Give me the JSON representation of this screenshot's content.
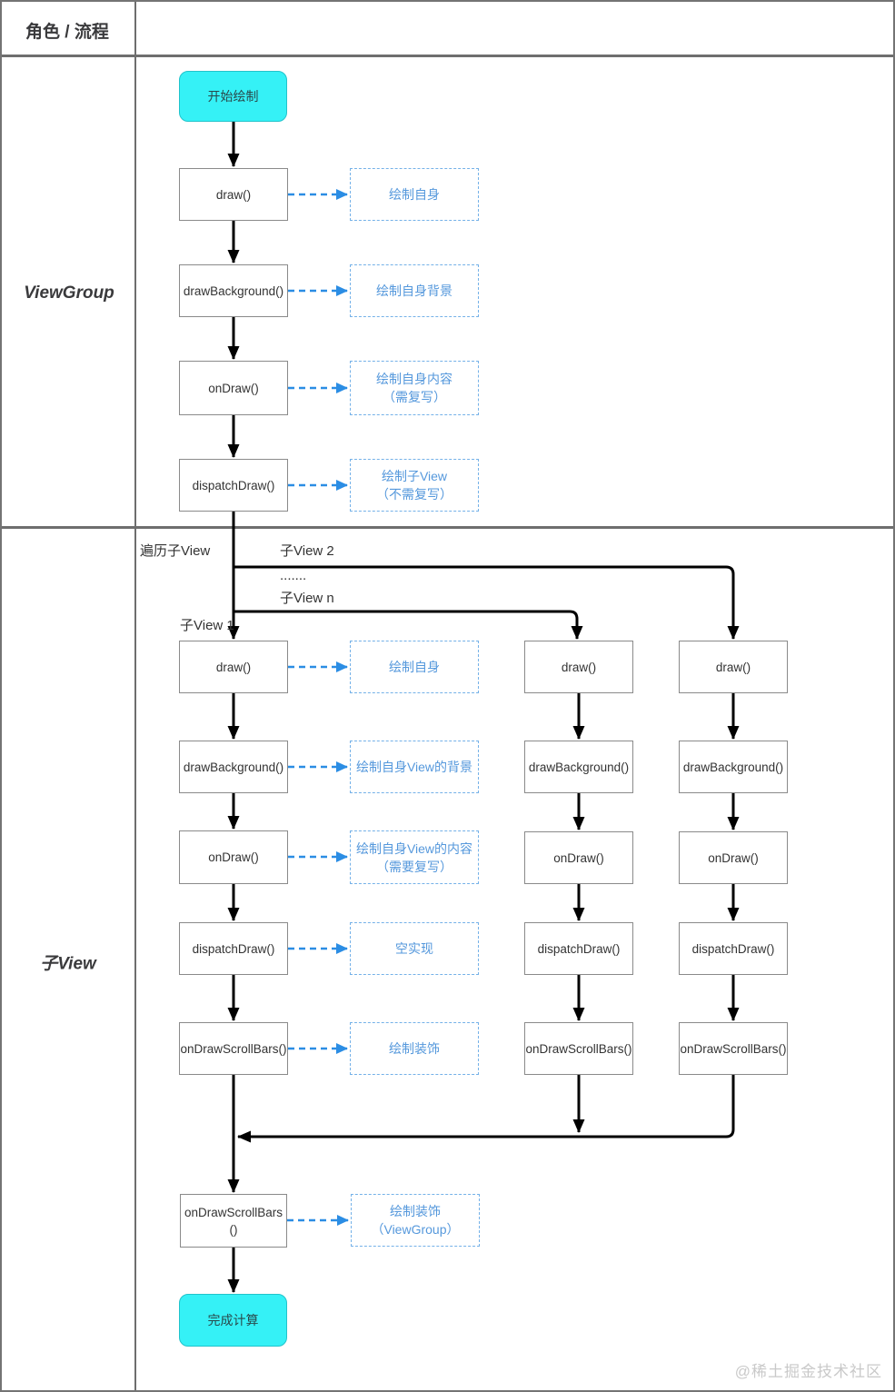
{
  "header": {
    "label": "角色 / 流程"
  },
  "rows": {
    "row1_label": "ViewGroup",
    "row2_label": "子View"
  },
  "viewgroup": {
    "start_label": "开始绘制",
    "steps": [
      {
        "label": "draw()",
        "note1": "绘制自身",
        "note2": ""
      },
      {
        "label": "drawBackground()",
        "note1": "绘制自身背景",
        "note2": ""
      },
      {
        "label": "onDraw()",
        "note1": "绘制自身内容",
        "note2": "（需复写）"
      },
      {
        "label": "dispatchDraw()",
        "note1": "绘制子View",
        "note2": "（不需复写）"
      }
    ]
  },
  "branch_labels": {
    "iterate": "遍历子View",
    "child2": "子View 2",
    "dots": ".......",
    "childn": "子View n",
    "child1": "子View 1"
  },
  "childview": {
    "col1_steps": [
      {
        "label": "draw()",
        "note1": "绘制自身",
        "note2": ""
      },
      {
        "label": "drawBackground()",
        "note1": "绘制自身View的背景",
        "note2": ""
      },
      {
        "label": "onDraw()",
        "note1": "绘制自身View的内容",
        "note2": "（需要复写）"
      },
      {
        "label": "dispatchDraw()",
        "note1": "空实现",
        "note2": ""
      },
      {
        "label": "onDrawScrollBars()",
        "note1": "绘制装饰",
        "note2": ""
      }
    ],
    "col2_steps": [
      "draw()",
      "drawBackground()",
      "onDraw()",
      "dispatchDraw()",
      "onDrawScrollBars()"
    ],
    "col3_steps": [
      "draw()",
      "drawBackground()",
      "onDraw()",
      "dispatchDraw()",
      "onDrawScrollBars()"
    ],
    "final_step": {
      "label1": "onDrawScrollBars",
      "label2": "()",
      "note1": "绘制装饰",
      "note2": "（ViewGroup）"
    },
    "end_label": "完成计算"
  },
  "watermark": "@稀土掘金技术社区",
  "colors": {
    "terminal_fill": "#35f1f6",
    "terminal_border": "#21c3cb",
    "node_border": "#8a8a8a",
    "grid": "#6e6e6e",
    "arrow_black": "#000000",
    "arrow_blue": "#2b8de4",
    "note_border": "#74b1e8",
    "note_text": "#5598dc",
    "watermark_text": "#c9c9c9"
  }
}
